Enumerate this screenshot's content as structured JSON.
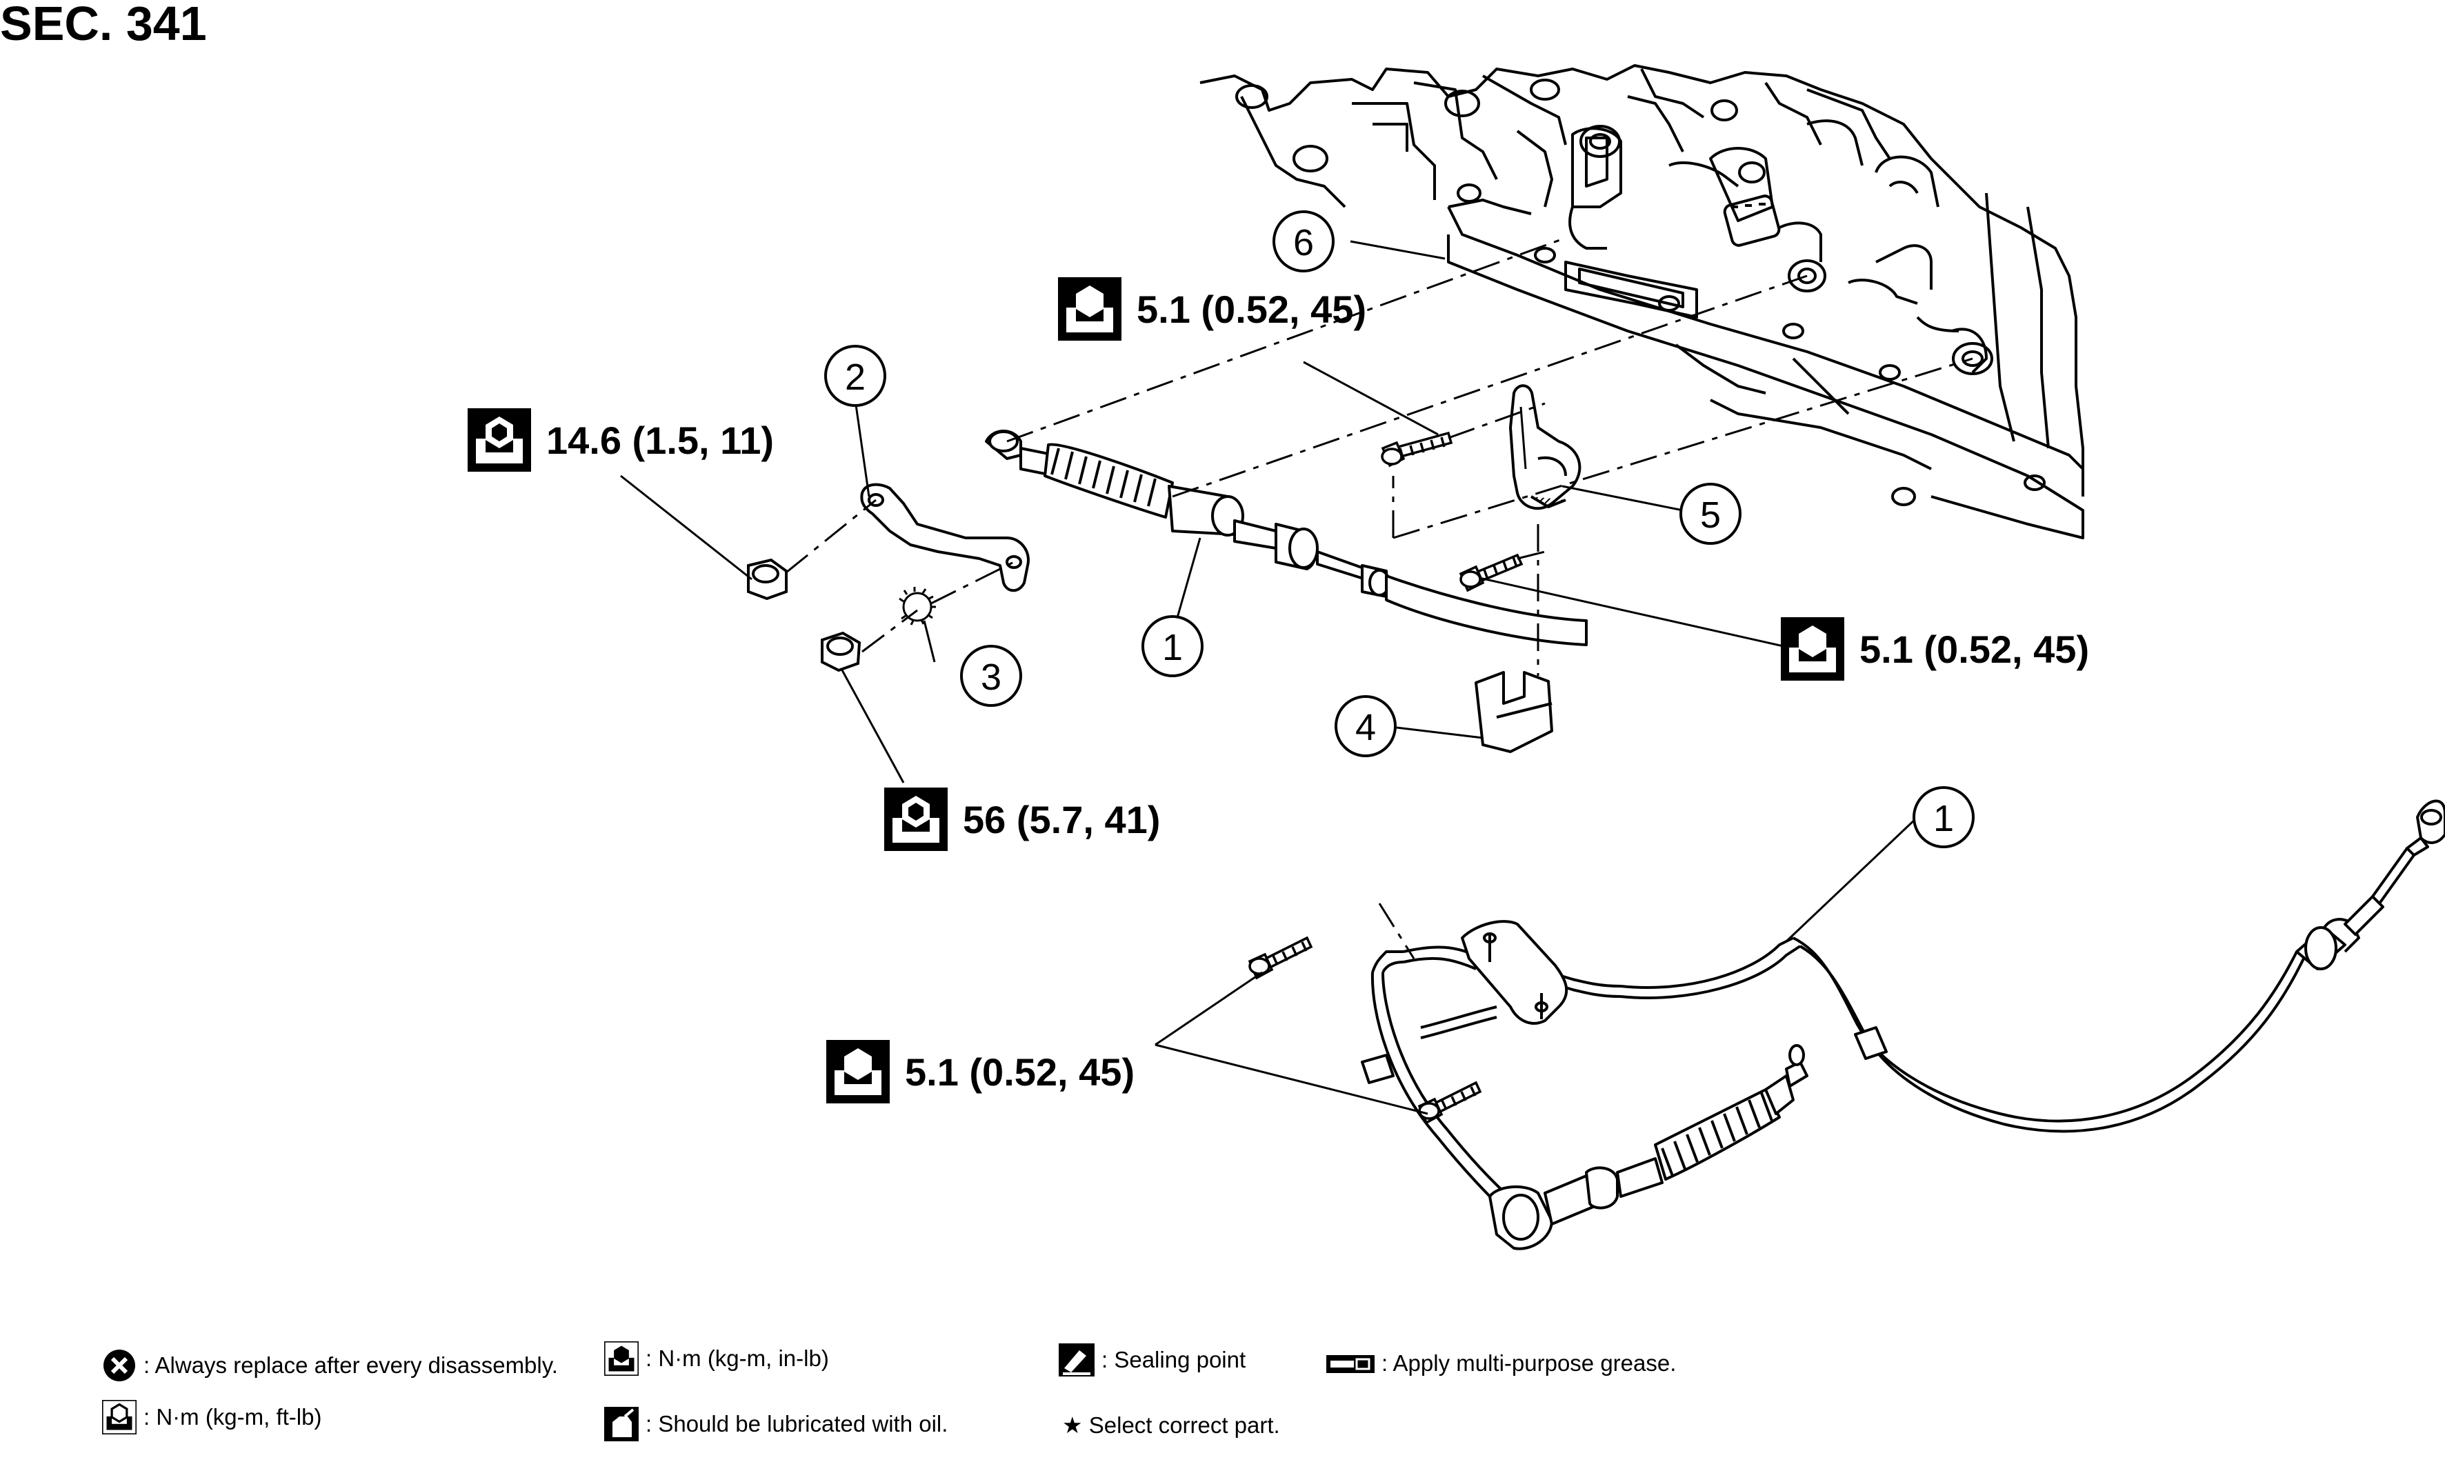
{
  "section_title": "SEC. 341",
  "callouts": [
    "1",
    "2",
    "3",
    "4",
    "5",
    "6",
    "1"
  ],
  "torque_labels": {
    "t_bracket_upper": "5.1 (0.52, 45)",
    "t_nut_bracket": "14.6 (1.5, 11)",
    "t_bracket_right": "5.1 (0.52, 45)",
    "t_nut_lower": "56 (5.7, 41)",
    "t_cable_bolts": "5.1 (0.52, 45)"
  },
  "legend": {
    "replace": ": Always replace after every disassembly.",
    "nm_inlb": ": N·m (kg-m, in-lb)",
    "sealing": ": Sealing point",
    "grease": ": Apply multi-purpose grease.",
    "nm_ftlb": ": N·m (kg-m, ft-lb)",
    "oil": ": Should be lubricated with oil.",
    "select": "★ Select correct part."
  },
  "icons": {
    "torque": "torque-wrench-icon",
    "replace": "replace-x-icon",
    "sealing": "sealing-icon",
    "grease": "grease-icon",
    "oil": "oil-can-icon"
  }
}
